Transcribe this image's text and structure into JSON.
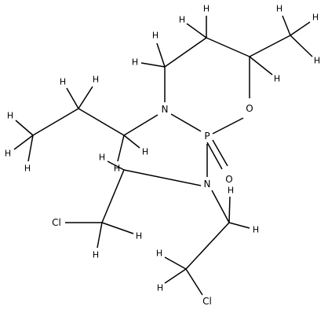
{
  "molecule": {
    "atom_labels": {
      "n_ring": "N",
      "n_amine": "N",
      "o_ring": "O",
      "o_oxo": "O",
      "p": "P",
      "cl_left": "Cl",
      "cl_bottom": "Cl"
    },
    "hydrogen": "H",
    "colors": {
      "bond": "#000000",
      "label": "#000000",
      "background": "#ffffff"
    }
  }
}
